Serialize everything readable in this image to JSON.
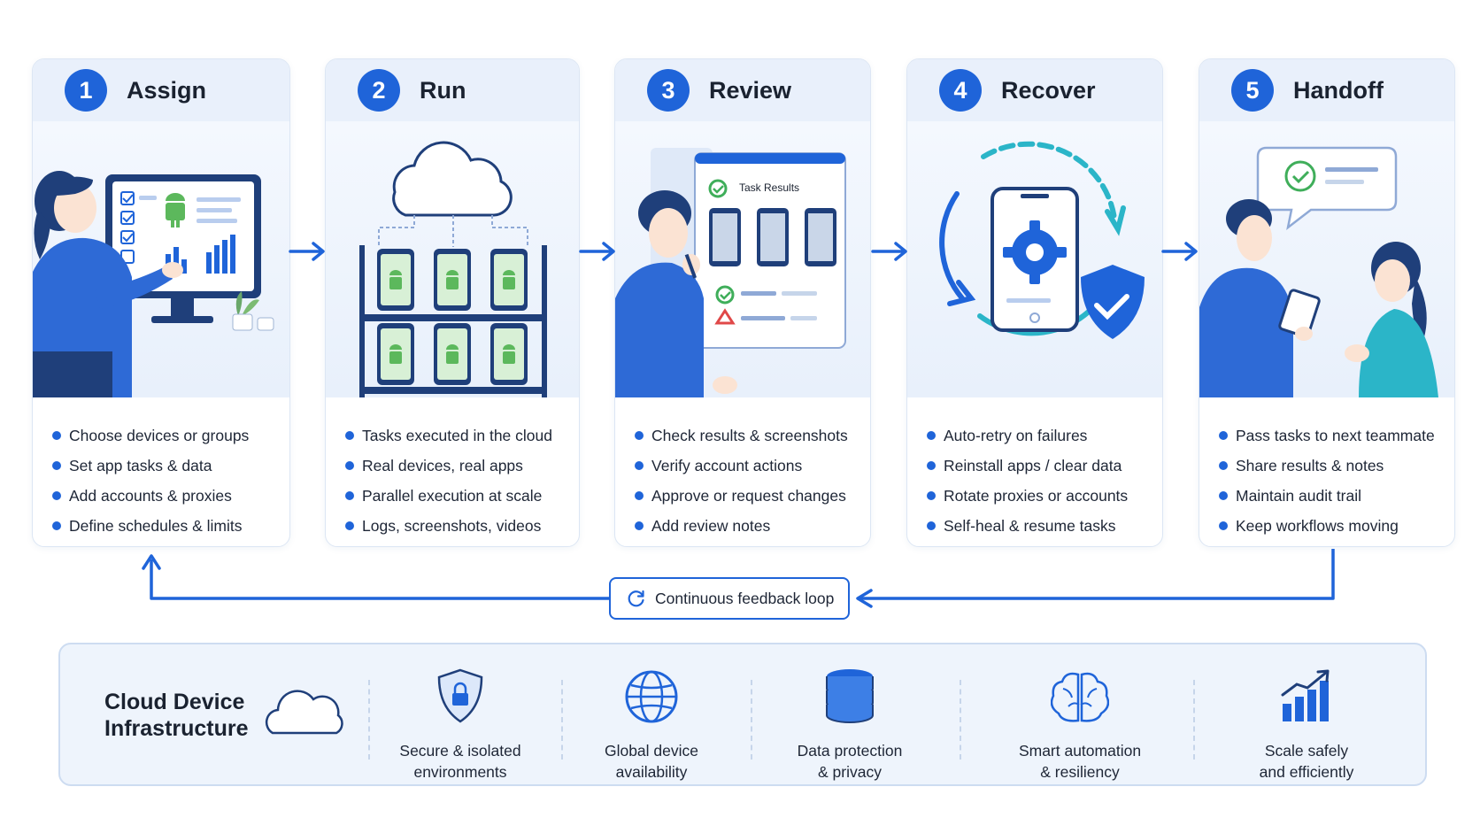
{
  "steps": [
    {
      "number": "1",
      "title": "Assign",
      "items": [
        "Choose devices or groups",
        "Set app tasks & data",
        "Add accounts & proxies",
        "Define schedules & limits"
      ]
    },
    {
      "number": "2",
      "title": "Run",
      "items": [
        "Tasks executed in the cloud",
        "Real devices, real apps",
        "Parallel execution at scale",
        "Logs, screenshots, videos"
      ]
    },
    {
      "number": "3",
      "title": "Review",
      "items": [
        "Check results & screenshots",
        "Verify account actions",
        "Approve or request changes",
        "Add review notes"
      ]
    },
    {
      "number": "4",
      "title": "Recover",
      "items": [
        "Auto-retry on failures",
        "Reinstall apps / clear data",
        "Rotate proxies or accounts",
        "Self-heal & resume tasks"
      ]
    },
    {
      "number": "5",
      "title": "Handoff",
      "items": [
        "Pass tasks to next teammate",
        "Share results & notes",
        "Maintain audit trail",
        "Keep workflows moving"
      ]
    }
  ],
  "review_panel": {
    "title": "Task Results"
  },
  "feedback_loop": {
    "label": "Continuous feedback loop",
    "icon": "refresh-icon"
  },
  "infrastructure": {
    "title_line1": "Cloud Device",
    "title_line2": "Infrastructure",
    "features": [
      {
        "icon": "shield-lock-icon",
        "line1": "Secure & isolated",
        "line2": "environments"
      },
      {
        "icon": "globe-icon",
        "line1": "Global device",
        "line2": "availability"
      },
      {
        "icon": "database-icon",
        "line1": "Data protection",
        "line2": "& privacy"
      },
      {
        "icon": "brain-icon",
        "line1": "Smart automation",
        "line2": "& resiliency"
      },
      {
        "icon": "growth-chart-icon",
        "line1": "Scale safely",
        "line2": "and efficiently"
      }
    ]
  },
  "colors": {
    "accent": "#1f64d9",
    "header_bg": "#e9f0fb",
    "panel_bg": "#eef4fc",
    "android_green": "#5cb85c",
    "teal": "#2bb5c8"
  }
}
